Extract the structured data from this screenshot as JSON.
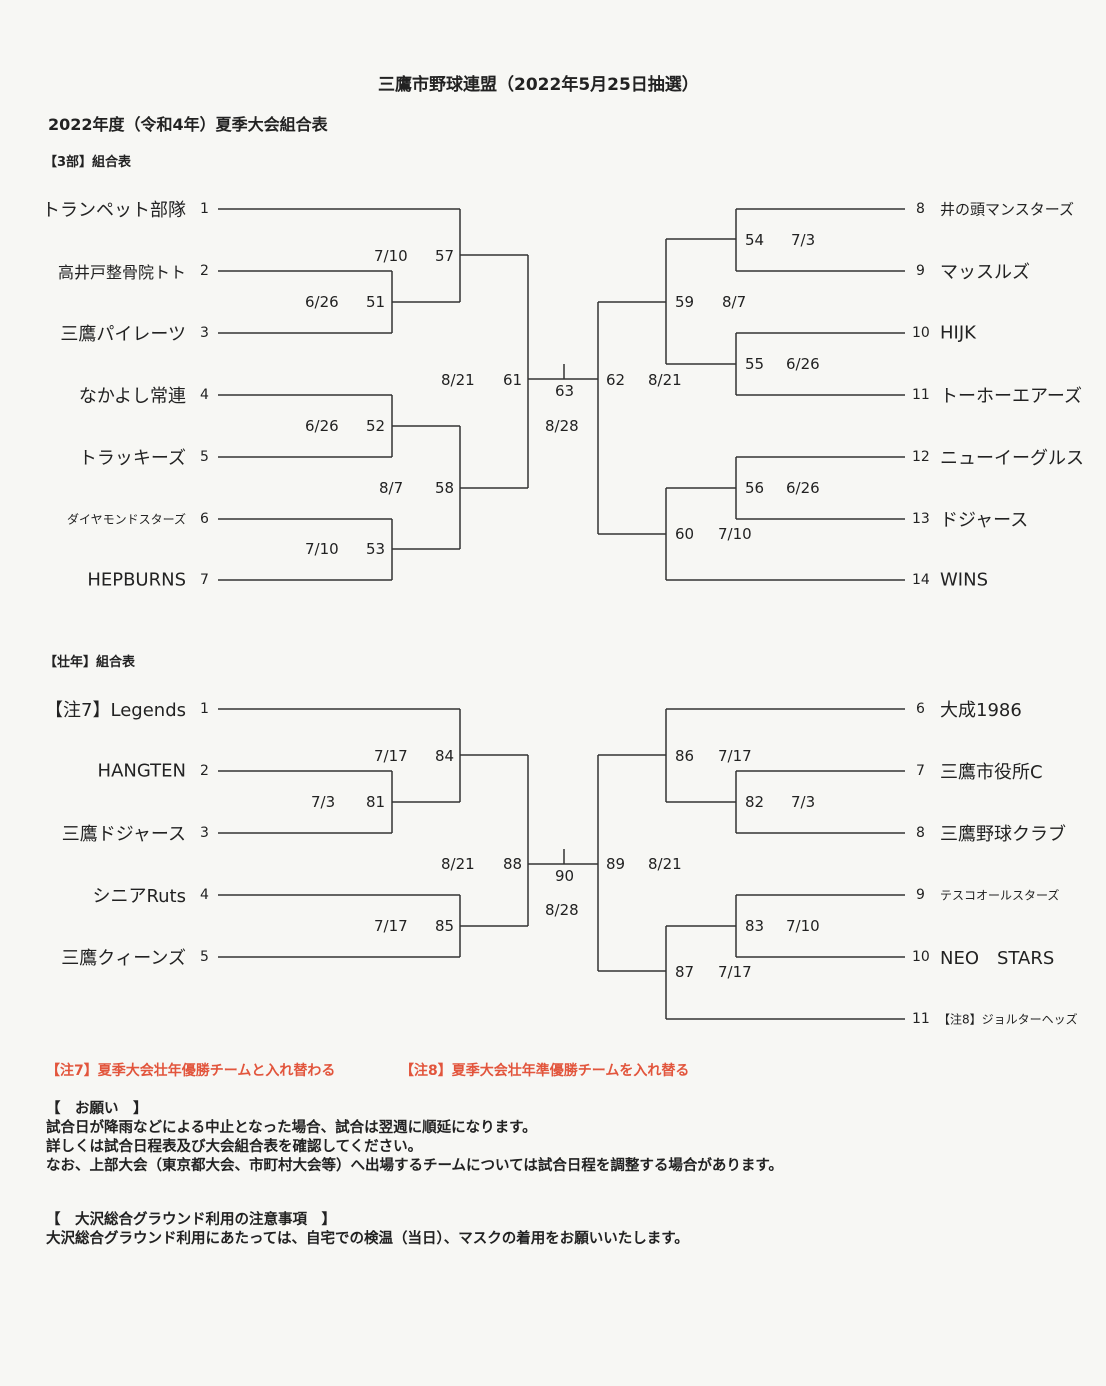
{
  "header": {
    "title": "三鷹市野球連盟（2022年5月25日抽選）",
    "subtitle": "2022年度（令和4年）夏季大会組合表"
  },
  "bracket3": {
    "section_label": "【3部】組合表",
    "left_teams": [
      {
        "name": "トランペット部隊",
        "seed": "1"
      },
      {
        "name": "高井戸整骨院トト",
        "seed": "2"
      },
      {
        "name": "三鷹パイレーツ",
        "seed": "3"
      },
      {
        "name": "なかよし常連",
        "seed": "4"
      },
      {
        "name": "トラッキーズ",
        "seed": "5"
      },
      {
        "name": "ダイヤモンドスターズ",
        "seed": "6"
      },
      {
        "name": "HEPBURNS",
        "seed": "7"
      }
    ],
    "right_teams": [
      {
        "name": "井の頭マンスターズ",
        "seed": "8"
      },
      {
        "name": "マッスルズ",
        "seed": "9"
      },
      {
        "name": "HIJK",
        "seed": "10"
      },
      {
        "name": "トーホーエアーズ",
        "seed": "11"
      },
      {
        "name": "ニューイーグルス",
        "seed": "12"
      },
      {
        "name": "ドジャース",
        "seed": "13"
      },
      {
        "name": "WINS",
        "seed": "14"
      }
    ],
    "games": {
      "g51": {
        "no": "51",
        "date": "6/26"
      },
      "g52": {
        "no": "52",
        "date": "6/26"
      },
      "g53": {
        "no": "53",
        "date": "7/10"
      },
      "g57": {
        "no": "57",
        "date": "7/10"
      },
      "g58": {
        "no": "58",
        "date": "8/7"
      },
      "g61": {
        "no": "61",
        "date": "8/21"
      },
      "g54": {
        "no": "54",
        "date": "7/3"
      },
      "g55": {
        "no": "55",
        "date": "6/26"
      },
      "g56": {
        "no": "56",
        "date": "6/26"
      },
      "g59": {
        "no": "59",
        "date": "8/7"
      },
      "g60": {
        "no": "60",
        "date": "7/10"
      },
      "g62": {
        "no": "62",
        "date": "8/21"
      },
      "final": {
        "no": "63",
        "date": "8/28"
      }
    }
  },
  "bracketS": {
    "section_label": "【壮年】組合表",
    "left_teams": [
      {
        "name": "【注7】Legends",
        "seed": "1"
      },
      {
        "name": "HANGTEN",
        "seed": "2"
      },
      {
        "name": "三鷹ドジャース",
        "seed": "3"
      },
      {
        "name": "シニアRuts",
        "seed": "4"
      },
      {
        "name": "三鷹クィーンズ",
        "seed": "5"
      }
    ],
    "right_teams": [
      {
        "name": "大成1986",
        "seed": "6"
      },
      {
        "name": "三鷹市役所C",
        "seed": "7"
      },
      {
        "name": "三鷹野球クラブ",
        "seed": "8"
      },
      {
        "name": "テスコオールスターズ",
        "seed": "9"
      },
      {
        "name": "NEO　STARS",
        "seed": "10"
      },
      {
        "name": "【注8】ジョルターヘッズ",
        "seed": "11"
      }
    ],
    "games": {
      "g81": {
        "no": "81",
        "date": "7/3"
      },
      "g84": {
        "no": "84",
        "date": "7/17"
      },
      "g85": {
        "no": "85",
        "date": "7/17"
      },
      "g88": {
        "no": "88",
        "date": "8/21"
      },
      "g82": {
        "no": "82",
        "date": "7/3"
      },
      "g83": {
        "no": "83",
        "date": "7/10"
      },
      "g86": {
        "no": "86",
        "date": "7/17"
      },
      "g87": {
        "no": "87",
        "date": "7/17"
      },
      "g89": {
        "no": "89",
        "date": "8/21"
      },
      "final": {
        "no": "90",
        "date": "8/28"
      }
    }
  },
  "notes": {
    "red_note_7": "【注7】夏季大会壮年優勝チームと入れ替わる",
    "red_note_8": "【注8】夏季大会壮年準優勝チームを入れ替る",
    "request_heading": "【　お願い　】",
    "request_line1": "試合日が降雨などによる中止となった場合、試合は翌週に順延になります。",
    "request_line2": "詳しくは試合日程表及び大会組合表を確認してください。",
    "request_line3": "なお、上部大会（東京都大会、市町村大会等）へ出場するチームについては試合日程を調整する場合があります。",
    "ground_heading": "【　大沢総合グラウンド利用の注意事項　】",
    "ground_line1": "大沢総合グラウンド利用にあたっては、自宅での検温（当日）、マスクの着用をお願いいたします。"
  }
}
